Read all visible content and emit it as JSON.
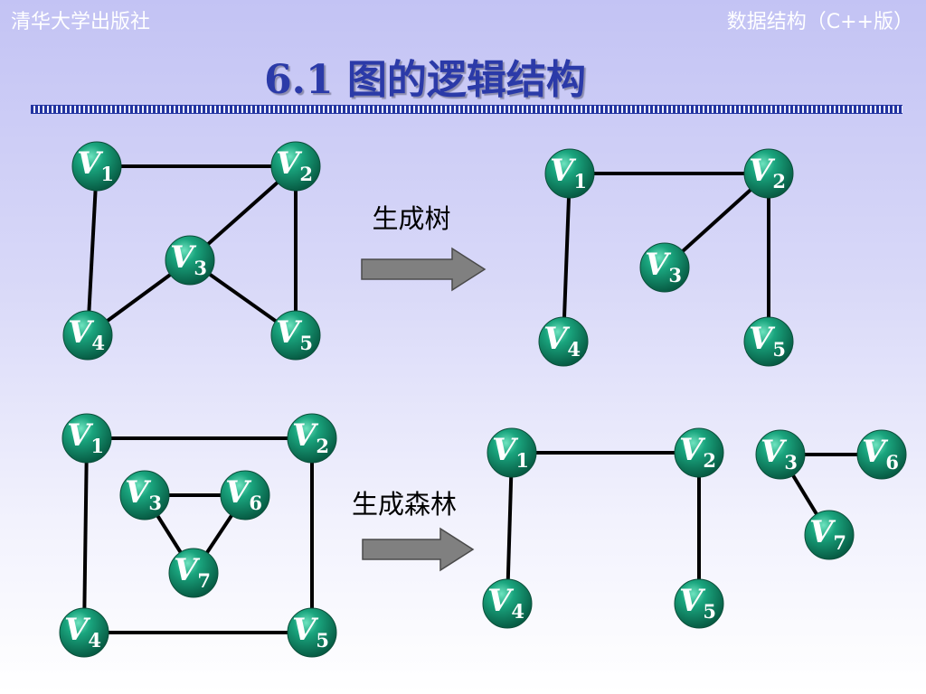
{
  "header": {
    "publisher": "清华大学出版社",
    "course": "数据结构（C++版）"
  },
  "slide": {
    "title": "6.1 图的逻辑结构"
  },
  "colors": {
    "node": "#0e8f6c",
    "edge": "#000000",
    "arrow": "#808080",
    "title": "#2b3aa8"
  },
  "diagrams": [
    {
      "id": "top-left",
      "nodes": [
        "V1",
        "V2",
        "V3",
        "V4",
        "V5"
      ],
      "edges": [
        [
          "V1",
          "V2"
        ],
        [
          "V1",
          "V4"
        ],
        [
          "V2",
          "V3"
        ],
        [
          "V2",
          "V5"
        ],
        [
          "V3",
          "V4"
        ],
        [
          "V3",
          "V5"
        ]
      ]
    },
    {
      "id": "top-right",
      "nodes": [
        "V1",
        "V2",
        "V3",
        "V4",
        "V5"
      ],
      "edges": [
        [
          "V1",
          "V2"
        ],
        [
          "V1",
          "V4"
        ],
        [
          "V2",
          "V3"
        ],
        [
          "V2",
          "V5"
        ]
      ]
    },
    {
      "id": "bottom-left",
      "nodes": [
        "V1",
        "V2",
        "V3",
        "V6",
        "V7",
        "V4",
        "V5"
      ],
      "edges": [
        [
          "V1",
          "V2"
        ],
        [
          "V1",
          "V4"
        ],
        [
          "V2",
          "V5"
        ],
        [
          "V4",
          "V5"
        ],
        [
          "V3",
          "V6"
        ],
        [
          "V3",
          "V7"
        ],
        [
          "V6",
          "V7"
        ]
      ]
    },
    {
      "id": "bottom-right",
      "nodes": [
        "V1",
        "V2",
        "V4",
        "V5",
        "V3",
        "V6",
        "V7"
      ],
      "edges": [
        [
          "V1",
          "V2"
        ],
        [
          "V1",
          "V4"
        ],
        [
          "V2",
          "V5"
        ],
        [
          "V3",
          "V6"
        ],
        [
          "V3",
          "V7"
        ]
      ]
    }
  ],
  "arrows": [
    {
      "label": "生成树"
    },
    {
      "label": "生成森林"
    }
  ]
}
